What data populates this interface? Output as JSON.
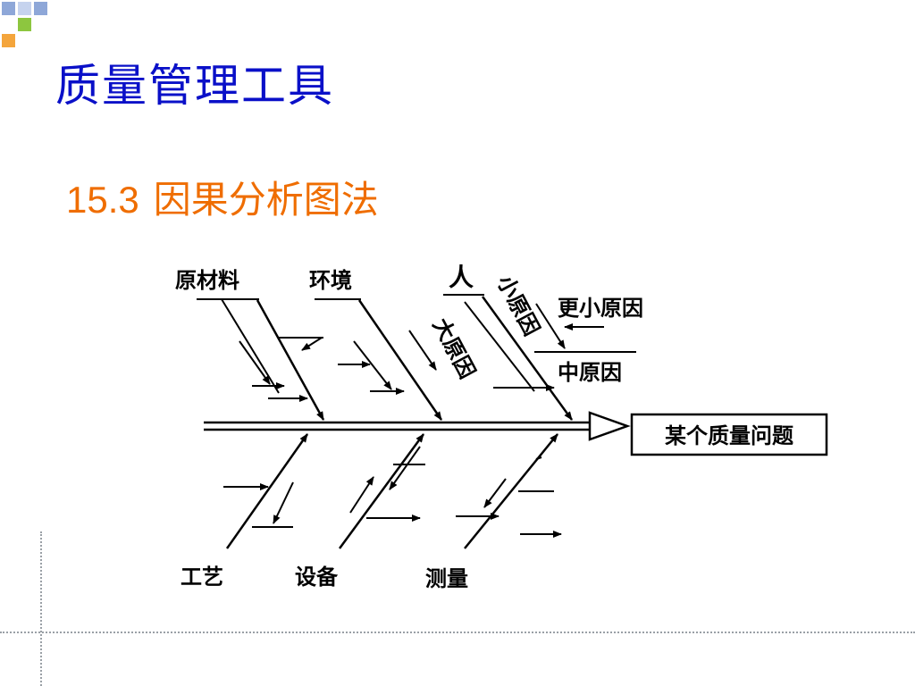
{
  "slide": {
    "title": "质量管理工具",
    "section_number": "15.3",
    "section_title": "因果分析图法"
  },
  "colors": {
    "title": "#0a10c8",
    "subtitle": "#ef6d00",
    "logo_blue": "#8ea7d8",
    "logo_green": "#8dc63f",
    "logo_orange": "#f4a53c",
    "guide": "#9aa0a6"
  },
  "diagram": {
    "effect": "某个质量问题",
    "top_causes": [
      "原材料",
      "环境",
      "人"
    ],
    "bottom_causes": [
      "工艺",
      "设备",
      "测量"
    ],
    "annotations": {
      "major": "大原因",
      "minor": "小原因",
      "medium": "中原因",
      "smaller": "更小原因"
    }
  }
}
